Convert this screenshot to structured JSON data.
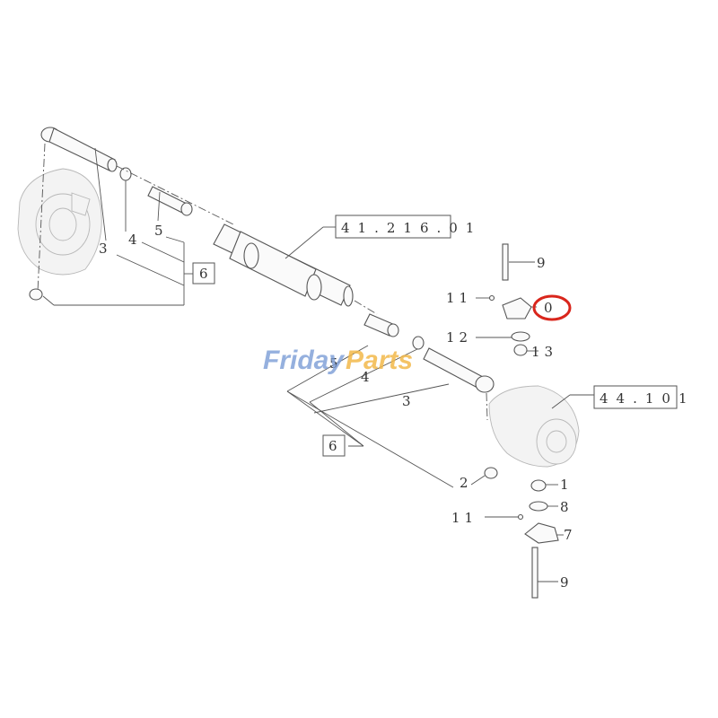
{
  "diagram": {
    "references": {
      "steering_cylinder": "41.216.01",
      "axle_housing": "44.101"
    },
    "callouts": {
      "top_3": "3",
      "top_4": "4",
      "top_5": "5",
      "top_6": "6",
      "right_9_top": "9",
      "right_11_top": "11",
      "right_0": "0",
      "right_12": "12",
      "right_13": "13",
      "mid_5": "5",
      "mid_4": "4",
      "mid_3": "3",
      "mid_6": "6",
      "bottom_2": "2",
      "bottom_1": "1",
      "bottom_11": "11",
      "bottom_8": "8",
      "bottom_7": "7",
      "bottom_9": "9"
    },
    "highlight_color": "#d9261c"
  },
  "watermark": {
    "part1": "Friday",
    "part2": "Parts"
  }
}
